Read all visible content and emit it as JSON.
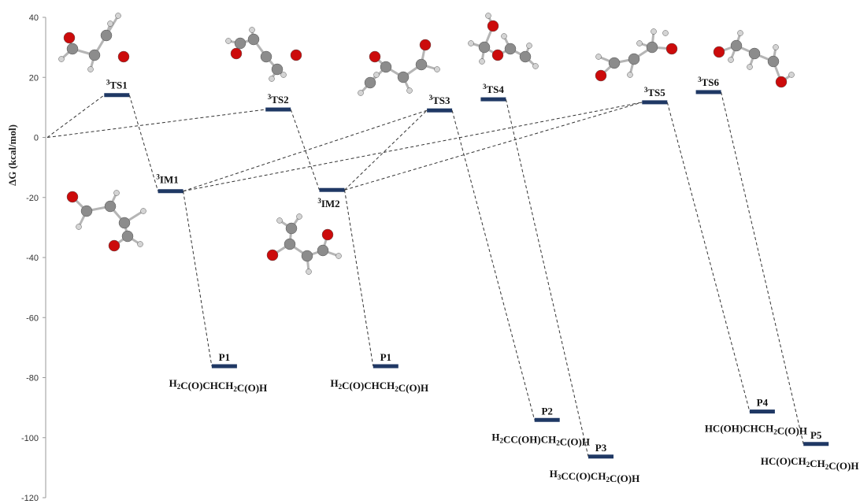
{
  "chart_data": {
    "type": "energy-profile",
    "ylabel": "ΔG (kcal/mol)",
    "ylim": [
      -120,
      40
    ],
    "yticks": [
      40,
      20,
      0,
      -20,
      -40,
      -60,
      -80,
      -100,
      -120
    ],
    "grid": false,
    "reference": {
      "id": "R",
      "x": 0,
      "y": 0
    },
    "states": [
      {
        "id": "TS1",
        "sup": "3",
        "name": "TS1",
        "x": 1.0,
        "y": 14.1,
        "formula": ""
      },
      {
        "id": "IM1",
        "sup": "3",
        "name": "IM1",
        "x": 2.0,
        "y": -17.9,
        "formula": ""
      },
      {
        "id": "P1a",
        "sup": "",
        "name": "P1",
        "x": 3.0,
        "y": -76.2,
        "formula": "H2C(O)CHCH2C(O)H"
      },
      {
        "id": "TS2",
        "sup": "3",
        "name": "TS2",
        "x": 4.0,
        "y": 9.3,
        "formula": ""
      },
      {
        "id": "IM2",
        "sup": "3",
        "name": "IM2",
        "x": 5.0,
        "y": -17.5,
        "formula": ""
      },
      {
        "id": "P1b",
        "sup": "",
        "name": "P1",
        "x": 6.0,
        "y": -76.2,
        "formula": "H2C(O)CHCH2C(O)H"
      },
      {
        "id": "TS3",
        "sup": "3",
        "name": "TS3",
        "x": 7.0,
        "y": 9.0,
        "formula": ""
      },
      {
        "id": "TS4",
        "sup": "3",
        "name": "TS4",
        "x": 8.0,
        "y": 12.7,
        "formula": ""
      },
      {
        "id": "P2",
        "sup": "",
        "name": "P2",
        "x": 9.0,
        "y": -94.1,
        "formula": "H2CC(OH)CH2C(O)H"
      },
      {
        "id": "P3",
        "sup": "",
        "name": "P3",
        "x": 10.0,
        "y": -106.3,
        "formula": "H3CC(O)CH2C(O)H"
      },
      {
        "id": "TS5",
        "sup": "3",
        "name": "TS5",
        "x": 11.0,
        "y": 11.7,
        "formula": ""
      },
      {
        "id": "TS6",
        "sup": "3",
        "name": "TS6",
        "x": 12.0,
        "y": 15.1,
        "formula": ""
      },
      {
        "id": "P4",
        "sup": "",
        "name": "P4",
        "x": 13.0,
        "y": -91.3,
        "formula": "HC(OH)CHCH2C(O)H"
      },
      {
        "id": "P5",
        "sup": "",
        "name": "P5",
        "x": 14.0,
        "y": -102.1,
        "formula": "HC(O)CH2CH2C(O)H"
      }
    ],
    "connections": [
      [
        "R",
        "TS1"
      ],
      [
        "R",
        "TS2"
      ],
      [
        "TS1",
        "IM1"
      ],
      [
        "TS2",
        "IM2"
      ],
      [
        "IM1",
        "P1a"
      ],
      [
        "IM2",
        "P1b"
      ],
      [
        "IM1",
        "TS3"
      ],
      [
        "IM1",
        "TS5"
      ],
      [
        "IM2",
        "TS3"
      ],
      [
        "IM2",
        "TS5"
      ],
      [
        "TS3",
        "P2"
      ],
      [
        "TS4",
        "P3"
      ],
      [
        "TS5",
        "P4"
      ],
      [
        "TS6",
        "P5"
      ]
    ]
  }
}
